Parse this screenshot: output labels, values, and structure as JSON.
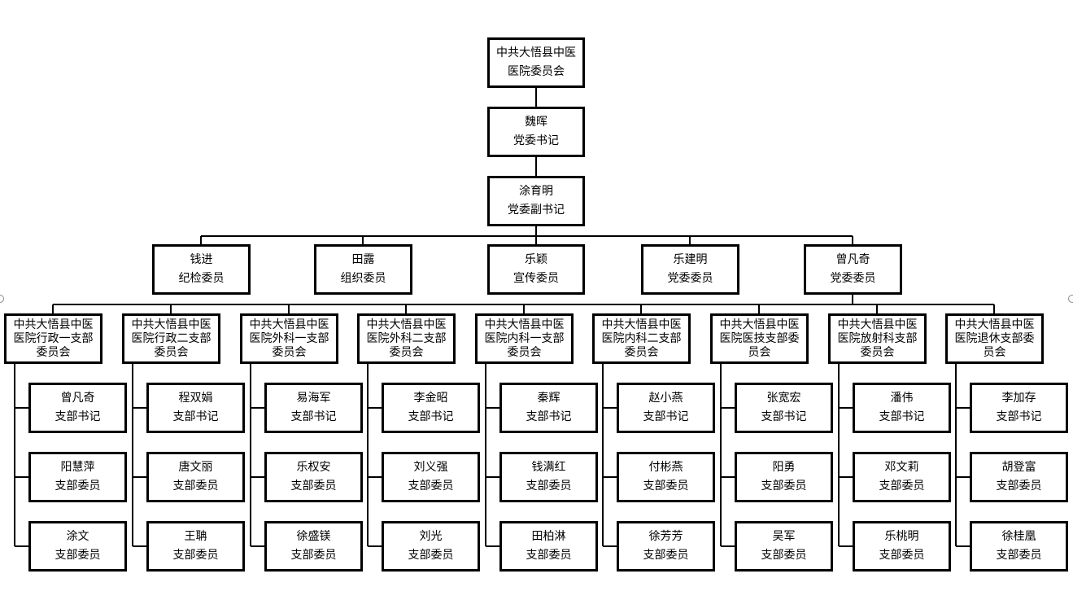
{
  "root": {
    "line1": "中共大悟县中医",
    "line2": "医院委员会"
  },
  "secretary": {
    "name": "魏晖",
    "title": "党委书记"
  },
  "deputy": {
    "name": "涂育明",
    "title": "党委副书记"
  },
  "committee": [
    {
      "name": "钱进",
      "title": "纪检委员"
    },
    {
      "name": "田露",
      "title": "组织委员"
    },
    {
      "name": "乐颖",
      "title": "宣传委员"
    },
    {
      "name": "乐建明",
      "title": "党委委员"
    },
    {
      "name": "曾凡奇",
      "title": "党委委员"
    }
  ],
  "branches": [
    {
      "lines": [
        "中共大悟县中医",
        "医院行政一支部",
        "委员会"
      ],
      "members": [
        {
          "name": "曾凡奇",
          "title": "支部书记"
        },
        {
          "name": "阳慧萍",
          "title": "支部委员"
        },
        {
          "name": "涂文",
          "title": "支部委员"
        }
      ]
    },
    {
      "lines": [
        "中共大悟县中医",
        "医院行政二支部",
        "委员会"
      ],
      "members": [
        {
          "name": "程双娟",
          "title": "支部书记"
        },
        {
          "name": "唐文丽",
          "title": "支部委员"
        },
        {
          "name": "王聃",
          "title": "支部委员"
        }
      ]
    },
    {
      "lines": [
        "中共大悟县中医",
        "医院外科一支部",
        "委员会"
      ],
      "members": [
        {
          "name": "易海军",
          "title": "支部书记"
        },
        {
          "name": "乐权安",
          "title": "支部委员"
        },
        {
          "name": "徐盛镁",
          "title": "支部委员"
        }
      ]
    },
    {
      "lines": [
        "中共大悟县中医",
        "医院外科二支部",
        "委员会"
      ],
      "members": [
        {
          "name": "李金昭",
          "title": "支部书记"
        },
        {
          "name": "刘义强",
          "title": "支部委员"
        },
        {
          "name": "刘光",
          "title": "支部委员"
        }
      ]
    },
    {
      "lines": [
        "中共大悟县中医",
        "医院内科一支部",
        "委员会"
      ],
      "members": [
        {
          "name": "秦辉",
          "title": "支部书记"
        },
        {
          "name": "钱满红",
          "title": "支部委员"
        },
        {
          "name": "田柏淋",
          "title": "支部委员"
        }
      ]
    },
    {
      "lines": [
        "中共大悟县中医",
        "医院内科二支部",
        "委员会"
      ],
      "members": [
        {
          "name": "赵小燕",
          "title": "支部书记"
        },
        {
          "name": "付彬燕",
          "title": "支部委员"
        },
        {
          "name": "徐芳芳",
          "title": "支部委员"
        }
      ]
    },
    {
      "lines": [
        "中共大悟县中医",
        "医院医技支部委",
        "员会"
      ],
      "members": [
        {
          "name": "张宽宏",
          "title": "支部书记"
        },
        {
          "name": "阳勇",
          "title": "支部委员"
        },
        {
          "name": "吴军",
          "title": "支部委员"
        }
      ]
    },
    {
      "lines": [
        "中共大悟县中医",
        "医院放射科支部",
        "委员会"
      ],
      "members": [
        {
          "name": "潘伟",
          "title": "支部书记"
        },
        {
          "name": "邓文莉",
          "title": "支部委员"
        },
        {
          "name": "乐桃明",
          "title": "支部委员"
        }
      ]
    },
    {
      "lines": [
        "中共大悟县中医",
        "医院退休支部委",
        "员会"
      ],
      "members": [
        {
          "name": "李加存",
          "title": "支部书记"
        },
        {
          "name": "胡登富",
          "title": "支部委员"
        },
        {
          "name": "徐桂凰",
          "title": "支部委员"
        }
      ]
    }
  ]
}
